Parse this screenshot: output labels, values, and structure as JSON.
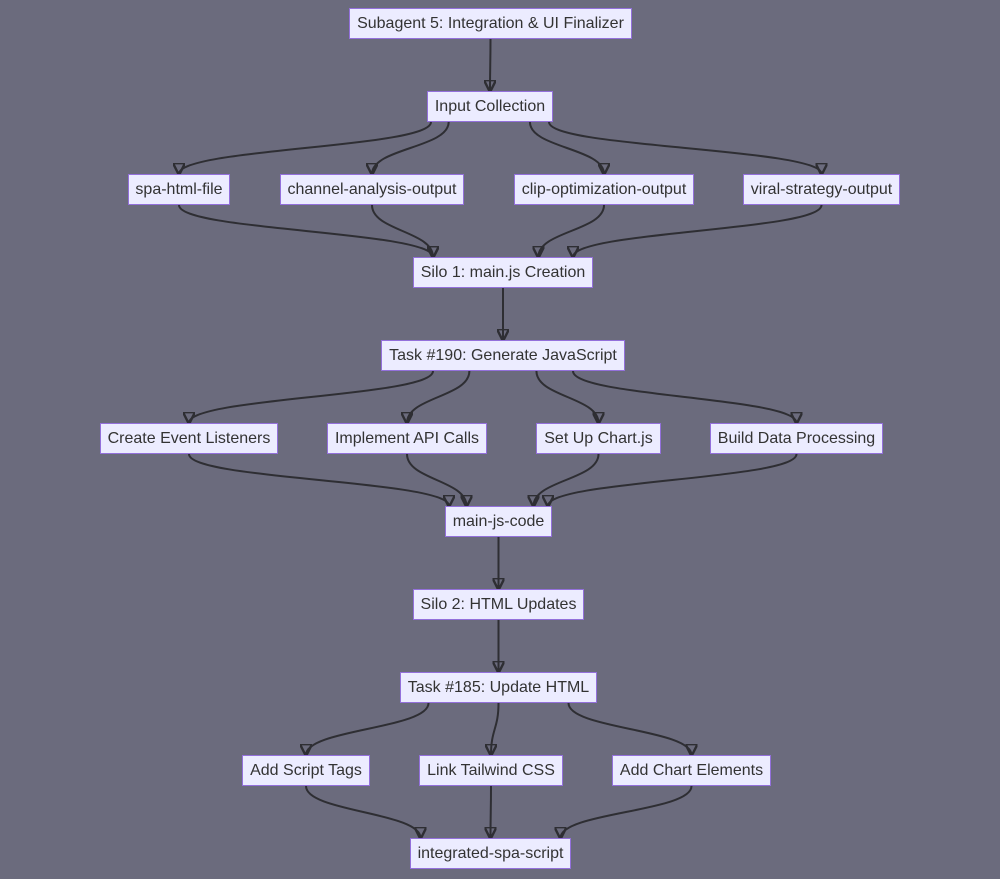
{
  "nodes": {
    "subagent": "Subagent 5: Integration & UI Finalizer",
    "input_collection": "Input Collection",
    "spa_html_file": "spa-html-file",
    "channel_analysis_output": "channel-analysis-output",
    "clip_optimization_output": "clip-optimization-output",
    "viral_strategy_output": "viral-strategy-output",
    "silo1": "Silo 1: main.js Creation",
    "task190": "Task #190: Generate JavaScript",
    "create_event_listeners": "Create Event Listeners",
    "implement_api_calls": "Implement API Calls",
    "setup_chartjs": "Set Up Chart.js",
    "build_data_processing": "Build Data Processing",
    "main_js_code": "main-js-code",
    "silo2": "Silo 2: HTML Updates",
    "task185": "Task #185: Update HTML",
    "add_script_tags": "Add Script Tags",
    "link_tailwind_css": "Link Tailwind CSS",
    "add_chart_elements": "Add Chart Elements",
    "integrated_spa_script": "integrated-spa-script"
  },
  "edges": [
    [
      "subagent",
      "input_collection"
    ],
    [
      "input_collection",
      "spa_html_file"
    ],
    [
      "input_collection",
      "channel_analysis_output"
    ],
    [
      "input_collection",
      "clip_optimization_output"
    ],
    [
      "input_collection",
      "viral_strategy_output"
    ],
    [
      "spa_html_file",
      "silo1"
    ],
    [
      "channel_analysis_output",
      "silo1"
    ],
    [
      "clip_optimization_output",
      "silo1"
    ],
    [
      "viral_strategy_output",
      "silo1"
    ],
    [
      "silo1",
      "task190"
    ],
    [
      "task190",
      "create_event_listeners"
    ],
    [
      "task190",
      "implement_api_calls"
    ],
    [
      "task190",
      "setup_chartjs"
    ],
    [
      "task190",
      "build_data_processing"
    ],
    [
      "create_event_listeners",
      "main_js_code"
    ],
    [
      "implement_api_calls",
      "main_js_code"
    ],
    [
      "setup_chartjs",
      "main_js_code"
    ],
    [
      "build_data_processing",
      "main_js_code"
    ],
    [
      "main_js_code",
      "silo2"
    ],
    [
      "silo2",
      "task185"
    ],
    [
      "task185",
      "add_script_tags"
    ],
    [
      "task185",
      "link_tailwind_css"
    ],
    [
      "task185",
      "add_chart_elements"
    ],
    [
      "add_script_tags",
      "integrated_spa_script"
    ],
    [
      "link_tailwind_css",
      "integrated_spa_script"
    ],
    [
      "add_chart_elements",
      "integrated_spa_script"
    ]
  ],
  "colors": {
    "background": "#6b6b7d",
    "node_fill": "#ececff",
    "node_border": "#9370db",
    "edge": "#2e2e33"
  }
}
